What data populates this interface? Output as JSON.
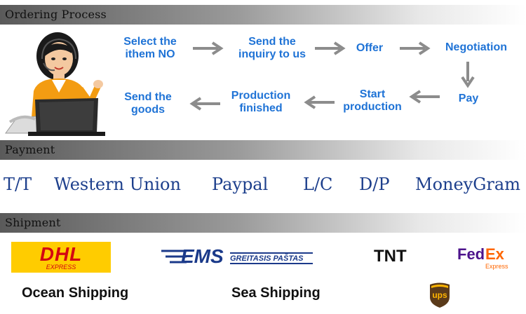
{
  "ordering": {
    "title": "Ordering Process",
    "steps": {
      "select": "Select the\nithem  NO",
      "send_inquiry": "Send the\ninquiry to us",
      "offer": "Offer",
      "negotiation": "Negotiation",
      "pay": "Pay",
      "start_production": "Start\nproduction",
      "production_finished": "Production\nfinished",
      "send_goods": "Send the\ngoods"
    }
  },
  "payment": {
    "title": "Payment",
    "methods": [
      "T/T",
      "Western Union",
      "Paypal",
      "L/C",
      "D/P",
      "MoneyGram"
    ]
  },
  "shipment": {
    "title": "Shipment",
    "dhl": {
      "logo": "DHL",
      "sub": "EXPRESS"
    },
    "ems": {
      "logo": "EMS",
      "sub": "GREITASIS PAŠTAS"
    },
    "tnt": "TNT",
    "fedex": {
      "fed": "Fed",
      "ex": "Ex",
      "sub": "Express"
    },
    "ups": "ups",
    "ocean": "Ocean Shipping",
    "sea": "Sea Shipping"
  },
  "colors": {
    "step_blue": "#1f73d6",
    "payment_navy": "#1d3f8c",
    "dhl_yellow": "#ffcc00",
    "dhl_red": "#d40511",
    "ems_blue": "#1b3a8a",
    "fedex_purple": "#4d148c",
    "fedex_orange": "#ff6600",
    "ups_brown": "#5a3a1a",
    "ups_gold": "#ffb500"
  }
}
